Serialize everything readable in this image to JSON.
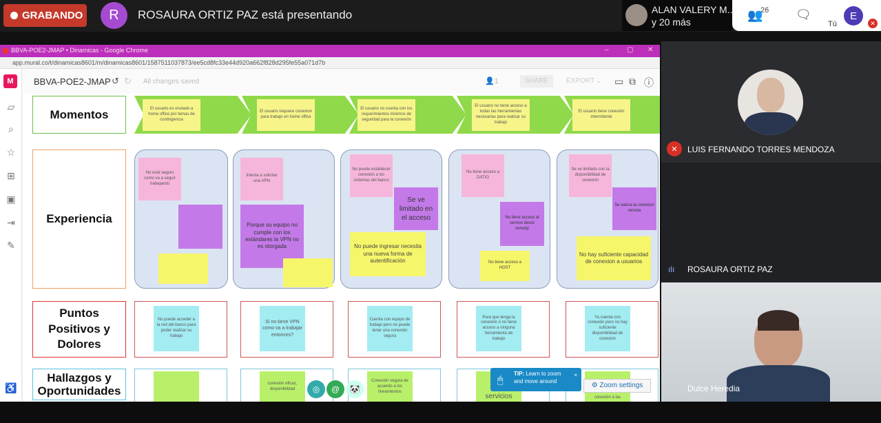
{
  "meet": {
    "recording_label": "GRABANDO",
    "presenter_initial": "R",
    "presenting_text": "ROSAURA ORTIZ PAZ está presentando",
    "participant_name": "ALAN VALERY M...",
    "others": "y 20 más",
    "participant_count": "26",
    "self_label": "Tú",
    "self_initial": "E"
  },
  "browser": {
    "title": "BBVA-POE2-JMAP • Dinamicas - Google Chrome",
    "url": "app.mural.co/t/dinamicas8601/m/dinamicas8601/1587511037873/ee5cd8fc33e44d920a662f828d295fe55a071d7b"
  },
  "mural": {
    "logo": "M",
    "name": "BBVA-POE2-JMAP",
    "saved": "All changes saved",
    "user_count": "1",
    "share": "SHARE",
    "export": "EXPORT ⌄",
    "rows": [
      "Momentos",
      "Experiencia",
      "Puntos Positivos y Dolores",
      "Hallazgos y Oportunidades"
    ],
    "moments": [
      "El usuario es enviado a home office por temas de contingencia",
      "El usuario requiere conexion para trabajo en home office",
      "El usuario no cuenta con los requerimientos minimos de seguridad para la conexión",
      "El usuario no tiene acceso a todas las herramientas necesarias para realizar su trabajo",
      "El usuario tiene conexión intermitente"
    ],
    "experience": [
      {
        "pink": "No está seguro como va a seguir trabajando",
        "purple": "",
        "yellow": ""
      },
      {
        "pink": "Intenta a solicitar una VPN",
        "purple": "Porque su equipo no cumple con los estándares la VPN no es otorgada",
        "yellow": ""
      },
      {
        "pink": "No puede establecer conexión a los sistemas del banco",
        "purple": "Se ve limitado en el acceso",
        "yellow": "No puede ingresar necesita una nueva forma de autentificación"
      },
      {
        "pink": "No tiene acceso a DATIO",
        "purple": "No tiene acceso al service desck remedy",
        "yellow": "No tiene acceso a HOST"
      },
      {
        "pink": "Se ve limitado con la disponibilidad de conexión",
        "purple": "Se satura la conexion remota",
        "yellow": "No hay suficiente capacidad de conexion a usuarios"
      }
    ],
    "pains": [
      "No puede acceder a la red del banco para poder realizar su trabajo",
      "Si no tiene VPN como va a trabajar entonces?",
      "Cuenta con equipo de trabajo pero no puede tener una conexión segura",
      "Para que tenga la conexión ó no tiene acceso a ninguna herramienta de trabajo",
      "Ya cuenta con conexión pero no hay suficiente disponibilidad de conexión"
    ],
    "findings": [
      "",
      "conexión eficaz, disponibilidad",
      "Conexión segura de acuerdo a los lineamientos",
      "servicios",
      "conexión a las"
    ],
    "tip_bold": "TIP:",
    "tip_text": "Learn to zoom and move around",
    "tip_close": "×",
    "zoom_settings": "Zoom settings"
  },
  "tiles": [
    "LUIS FERNANDO TORRES MENDOZA",
    "ROSAURA ORTIZ PAZ",
    "Dulce Heredia"
  ]
}
